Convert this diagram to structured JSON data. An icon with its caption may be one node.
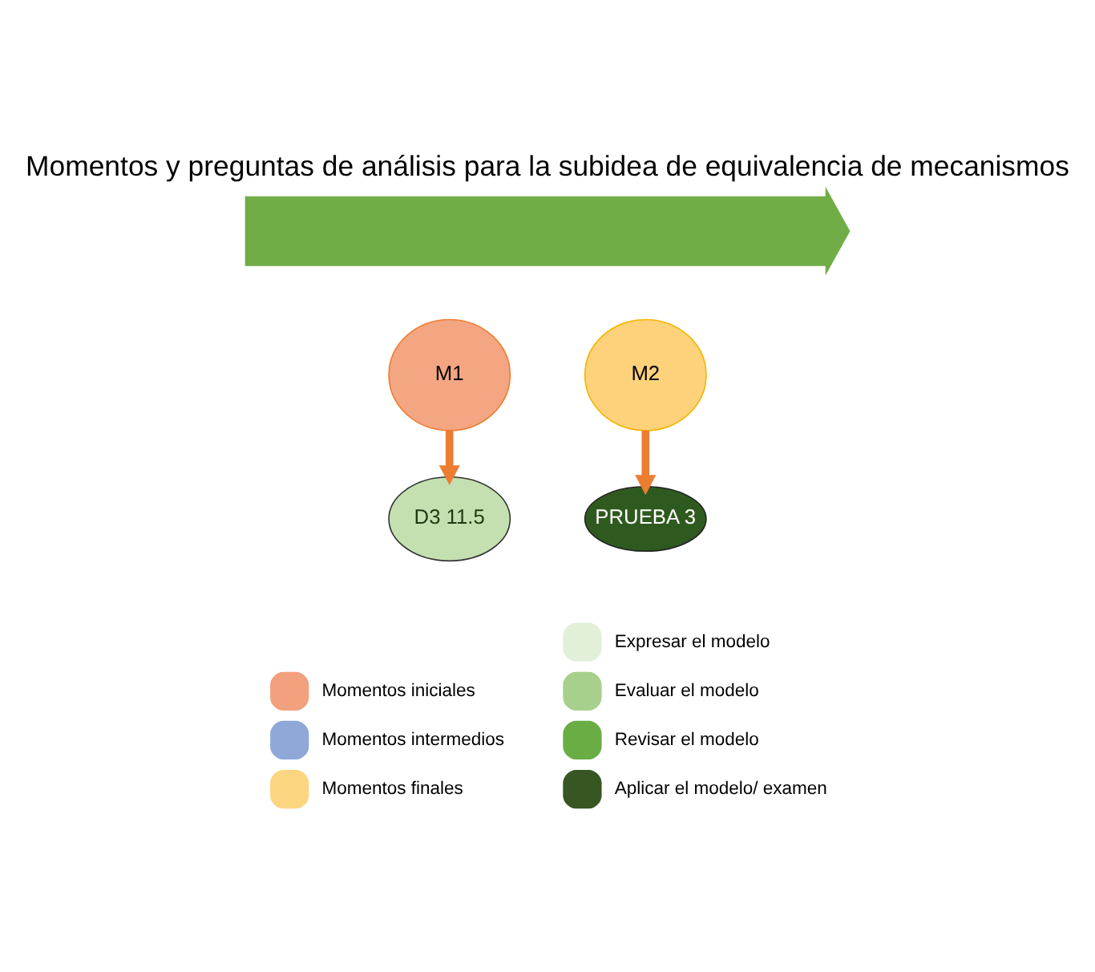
{
  "diagram": {
    "title": "Momentos y preguntas de análisis para la subidea de equivalencia de mecanismos",
    "nodes": [
      {
        "text": [],
        "shape": "arrow"
      },
      {
        "text": [
          "M1"
        ]
      },
      {
        "text": [
          "M2"
        ]
      },
      {
        "text": [
          "D3 11.5"
        ]
      },
      {
        "text": [
          "PRUEBA 3"
        ]
      }
    ],
    "edges": [
      {
        "from": 1,
        "to": 3,
        "arrow": "to"
      },
      {
        "from": 2,
        "to": 4,
        "arrow": "to"
      }
    ],
    "legend": [
      {
        "text": "Momentos iniciales",
        "color": "#f2a07e"
      },
      {
        "text": "Momentos intermedios",
        "color": "#8fa8d8"
      },
      {
        "text": "Momentos finales",
        "color": "#fcd581"
      },
      {
        "text": "Expresar el modelo",
        "color": "#e2efd9"
      },
      {
        "text": "Evaluar el modelo",
        "color": "#a8d08d"
      },
      {
        "text": "Revisar el modelo",
        "color": "#6aad45"
      },
      {
        "text": "Aplicar el modelo/ examen",
        "color": "#375623"
      }
    ]
  }
}
